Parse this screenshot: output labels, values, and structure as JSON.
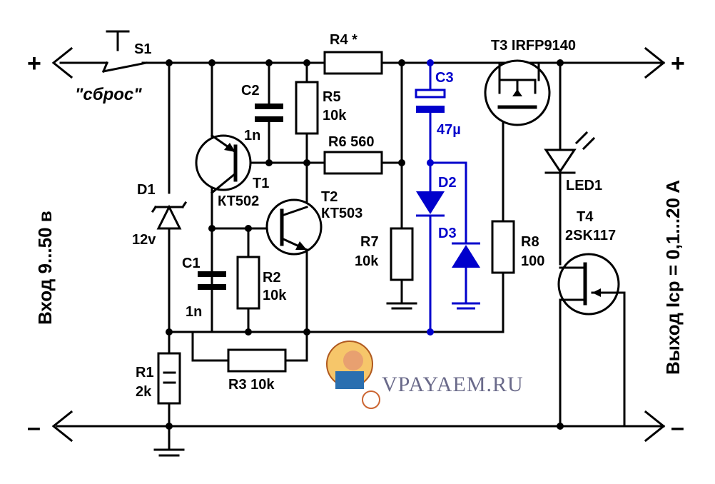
{
  "labels": {
    "s1": "S1",
    "reset": "\"сброс\"",
    "r4": "R4 *",
    "t3": "T3 IRFP9140",
    "c3": "C3",
    "c3_val": "47µ",
    "c2": "C2",
    "c2_val": "1n",
    "r5": "R5",
    "r5_val": "10k",
    "r6": "R6  560",
    "t1": "T1",
    "t1_type": "КТ502",
    "t2": "T2",
    "t2_type": "КТ503",
    "d1": "D1",
    "d1_val": "12v",
    "d2": "D2",
    "d3": "D3",
    "r7": "R7",
    "r7_val": "10k",
    "r8": "R8",
    "r8_val": "100",
    "led1": "LED1",
    "t4": "T4",
    "t4_type": "2SK117",
    "c1": "C1",
    "c1_val": "1n",
    "r2": "R2",
    "r2_val": "10k",
    "r1": "R1",
    "r1_val": "2k",
    "r3": "R3  10k",
    "input": "Вход 9...50 в",
    "output": "Выход Icp = 0,1...20 A",
    "plus": "+",
    "minus": "–",
    "brand": "VPAYAEM.RU"
  },
  "colors": {
    "wire": "#000000",
    "highlight": "#0000cc",
    "brand": "#6a6a8a"
  }
}
